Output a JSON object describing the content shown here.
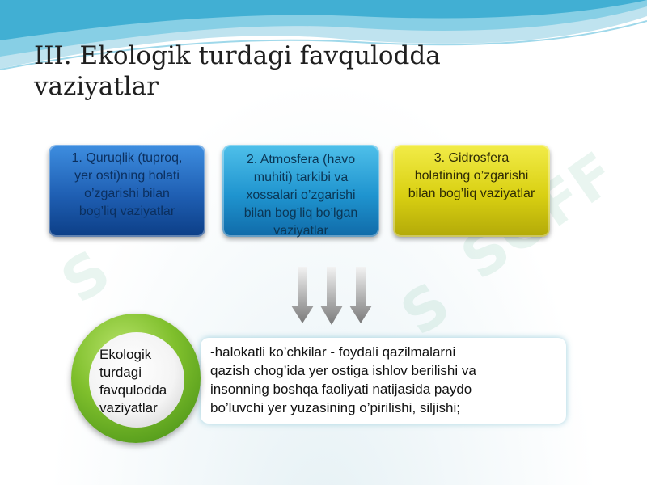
{
  "slide": {
    "title_line1": "III. Ekologik turdagi favqulodda",
    "title_line2": "vaziyatlar"
  },
  "categories": [
    {
      "lines": [
        "1. Quruqlik (tuproq,",
        "yer osti)ning holati",
        "o’zgarishi bilan",
        "bog’liq vaziyatlar"
      ],
      "color": "#1f5fb3"
    },
    {
      "lines": [
        "2. Atmosfera (havo",
        "muhiti) tarkibi va",
        "xossalari o’zgarishi",
        "bilan bog’liq bo’lgan",
        "vaziyatlar"
      ],
      "color": "#1f94cf"
    },
    {
      "lines": [
        "3. Gidrosfera",
        "holatining o’zgarishi",
        "bilan bog’liq vaziyatlar"
      ],
      "color": "#d9d012"
    }
  ],
  "circle": {
    "lines": [
      "Ekologik",
      "turdagi",
      "favqulodda",
      "vaziyatlar"
    ],
    "color": "#7fbf2c"
  },
  "description": {
    "lines": [
      "-halokatli ko’chkilar - foydali qazilmalarni",
      "qazish chog’ida yer ostiga ishlov berilishi va",
      "insonning boshqa faoliyati natijasida paydo",
      "bo’luvchi yer yuzasining o’pirilishi, siljishi;"
    ]
  },
  "icons": {
    "arrows": "down-arrows-icon",
    "watermark": "watermark-logo-icon",
    "background": "wave-decoration-icon"
  }
}
